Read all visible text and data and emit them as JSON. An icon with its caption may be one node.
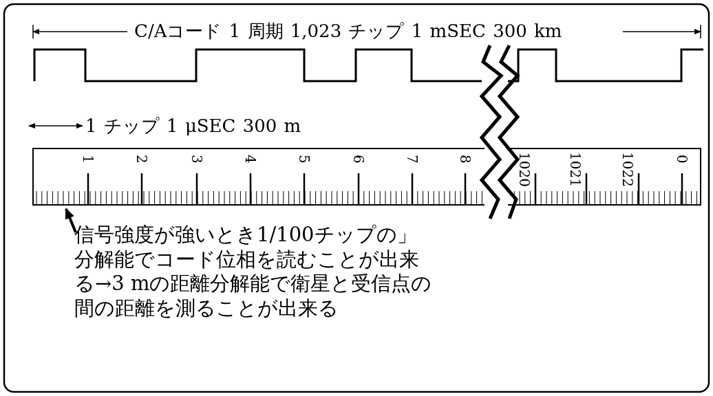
{
  "diagram": {
    "nodes": [
      {
        "text": [
          "1",
          "2",
          "3",
          "4",
          "5",
          "6",
          "7",
          "8",
          "1020",
          "1021",
          "1022",
          "0"
        ]
      },
      {
        "text": [
          "信号強度が強いとき1/100チップの」分解能でコード位相を読むことが出来る→3 mの距離分解能で衛星と受信点の間の距離を測ることが出来る"
        ]
      }
    ],
    "edges": [
      {
        "from": 1,
        "to": 0,
        "arrow": "to"
      }
    ],
    "labels": [
      "C/Aコード 1 周期 1,023 チップ 1 mSEC 300 km",
      "1 チップ 1 μSEC 300 m"
    ]
  }
}
